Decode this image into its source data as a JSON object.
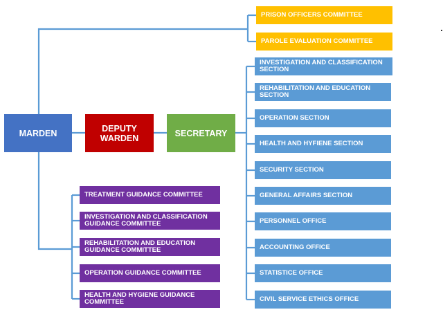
{
  "colors": {
    "line": "#5b9bd5",
    "warden": "#4472c4",
    "deputy": "#c00000",
    "secretary": "#70ad47",
    "orange": "#ffc000",
    "blue": "#5b9bd5",
    "purple": "#7030a0"
  },
  "main": {
    "warden": "MARDEN",
    "deputy": "DEPUTY WARDEN",
    "secretary": "SECRETARY"
  },
  "top_committees": [
    "PRISON OFFICERS COMMITTEE",
    "PAROLE EVALUATION COMMITTEE"
  ],
  "sections": [
    "INVESTIGATION AND CLASSIFICATION SECTION",
    "REHABILITATION AND EDUCATION SECTION",
    "OPERATION SECTION",
    "HEALTH AND HYFIENE SECTION",
    "SECURITY SECTION",
    "GENERAL AFFAIRS SECTION",
    "PERSONNEL OFFICE",
    "ACCOUNTING OFFICE",
    "STATISTICE OFFICE",
    "CIVIL SERVICE ETHICS OFFICE"
  ],
  "guidance_committees": [
    "TREATMENT GUIDANCE COMMITTEE",
    "INVESTIGATION AND CLASSIFICATION GUIDANCE COMMITTEE",
    "REHABILITATION AND EDUCATION GUIDANCE COMMITTEE",
    "OPERATION GUIDANCE COMMITTEE",
    "HEALTH AND HYGIENE GUIDANCE COMMITTEE"
  ]
}
